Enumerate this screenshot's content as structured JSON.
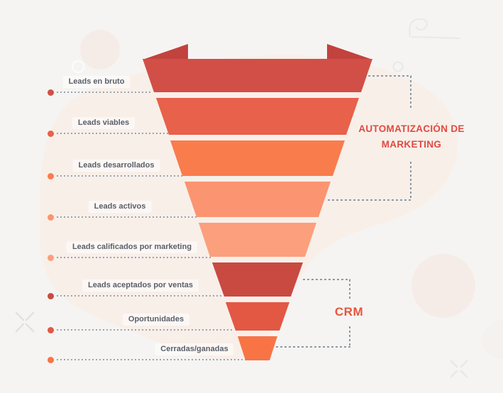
{
  "funnel": {
    "ribbon_fold_color": "#c2423e",
    "stages": [
      {
        "label": "Leads en bruto",
        "color": "#d14f47"
      },
      {
        "label": "Leads viables",
        "color": "#e8614a"
      },
      {
        "label": "Leads desarrollados",
        "color": "#f97c4d"
      },
      {
        "label": "Leads activos",
        "color": "#fb9470"
      },
      {
        "label": "Leads calificados por marketing",
        "color": "#fb9f7d"
      },
      {
        "label": "Leads aceptados por ventas",
        "color": "#c84a41"
      },
      {
        "label": "Oportunidades",
        "color": "#e25843"
      },
      {
        "label": "Cerradas/ganadas",
        "color": "#f87445"
      }
    ]
  },
  "annotations": {
    "marketing_automation": {
      "line1": "AUTOMATIZACIÓN DE",
      "line2": "MARKETING",
      "color": "#df4a40"
    },
    "crm": {
      "label": "CRM",
      "color": "#e8553e"
    }
  },
  "decor": {
    "background_color": "#f5f4f2",
    "blob_color": "#f8efe9",
    "circle_color": "#f6ece7"
  }
}
